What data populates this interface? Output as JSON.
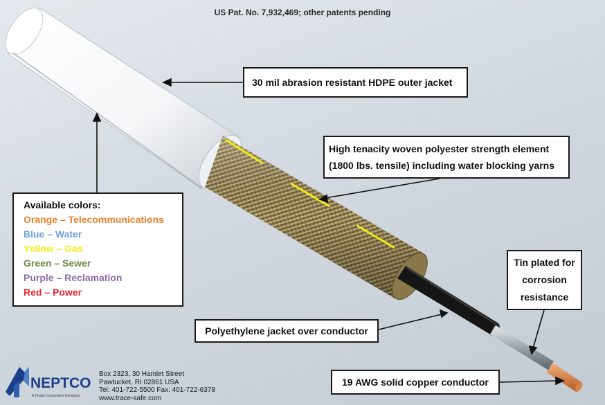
{
  "patent_note": "US Pat. No. 7,932,469; other patents pending",
  "callouts": {
    "outer_jacket": "30 mil abrasion resistant HDPE outer jacket",
    "strength_line1": "High tenacity woven polyester strength element",
    "strength_line2": "(1800 lbs. tensile) including water blocking yarns",
    "tin_line1": "Tin plated for",
    "tin_line2": "corrosion",
    "tin_line3": "resistance",
    "pe_jacket": "Polyethylene jacket over conductor",
    "copper": "19 AWG solid copper conductor"
  },
  "colors": {
    "heading": "Available colors:",
    "items": [
      {
        "label": "Orange – Telecommunications",
        "color": "#e8812a"
      },
      {
        "label": "Blue – Water",
        "color": "#6fa4dd"
      },
      {
        "label": "Yellow – Gas",
        "color": "#f2ef1e"
      },
      {
        "label": "Green – Sewer",
        "color": "#6f8a48"
      },
      {
        "label": "Purple – Reclamation",
        "color": "#8a6aa7"
      },
      {
        "label": "Red – Power",
        "color": "#e5272d"
      }
    ]
  },
  "footer": {
    "line1": "Box 2323, 30 Hamlet Street",
    "line2": "Pawtucket, RI  02861    USA",
    "line3": "Tel:  401-722-5500    Fax:  401-722-6378",
    "line4": "www.trace-safe.com"
  },
  "logo": {
    "name": "NEPTCO",
    "tagline": "A Chase Corporation Company",
    "brand_color": "#1b3f8a"
  }
}
